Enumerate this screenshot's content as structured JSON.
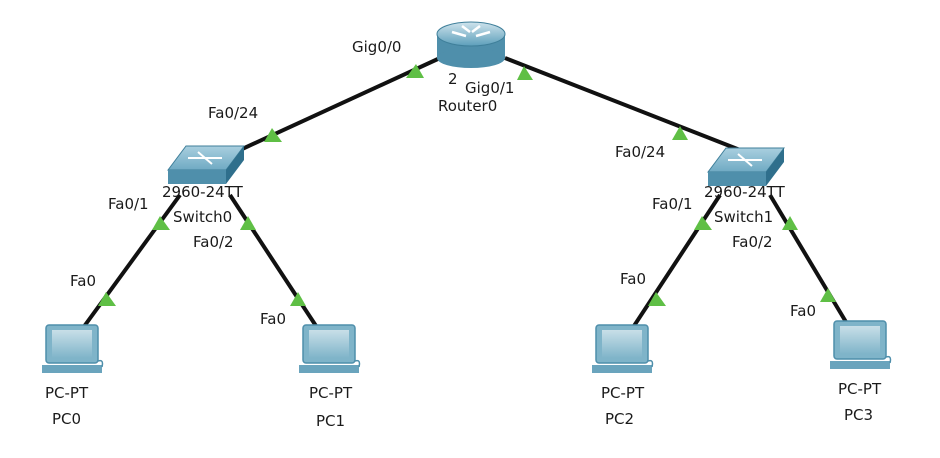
{
  "devices": {
    "router0": {
      "model": "2",
      "name": "Router0"
    },
    "switch0": {
      "model": "2960-24TT",
      "name": "Switch0"
    },
    "switch1": {
      "model": "2960-24TT",
      "name": "Switch1"
    },
    "pc0": {
      "model": "PC-PT",
      "name": "PC0"
    },
    "pc1": {
      "model": "PC-PT",
      "name": "PC1"
    },
    "pc2": {
      "model": "PC-PT",
      "name": "PC2"
    },
    "pc3": {
      "model": "PC-PT",
      "name": "PC3"
    }
  },
  "ports": {
    "router0_left": "Gig0/0",
    "router0_right": "Gig0/1",
    "switch0_uplink": "Fa0/24",
    "switch0_p1": "Fa0/1",
    "switch0_p2": "Fa0/2",
    "switch1_uplink": "Fa0/24",
    "switch1_p1": "Fa0/1",
    "switch1_p2": "Fa0/2",
    "pc0": "Fa0",
    "pc1": "Fa0",
    "pc2": "Fa0",
    "pc3": "Fa0"
  },
  "colors": {
    "link": "#111111",
    "link_up": "#5fbf45",
    "device": "#5aa3c1",
    "device_dark": "#2f6f8c",
    "pc_screen": "#8ec7dc"
  }
}
